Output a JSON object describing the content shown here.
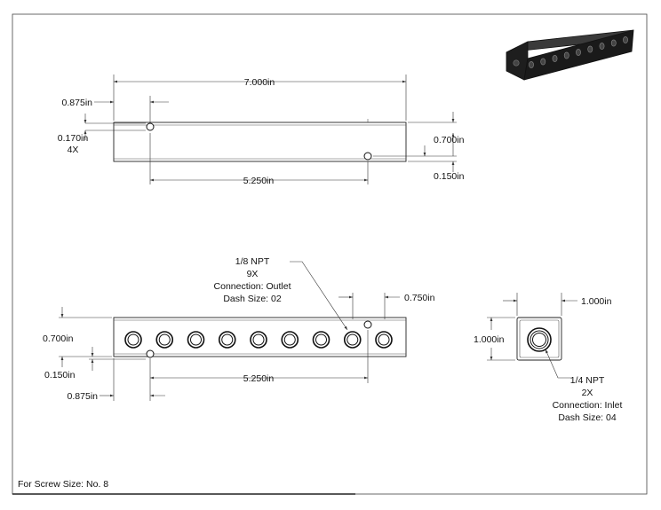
{
  "views": {
    "top": {
      "overall_length": "7.000in",
      "hole_offset": "0.875in",
      "hole_diameter": "0.170in",
      "hole_count": "4X",
      "hole_spacing": "5.250in",
      "hole_from_top": "0.700in",
      "hole_from_bottom": "0.150in"
    },
    "front": {
      "port_callout": [
        "1/8 NPT",
        "9X",
        "Connection: Outlet",
        "Dash Size: 02"
      ],
      "pitch": "0.750in",
      "height": "0.700in",
      "hole_height": "0.150in",
      "hole_spacing": "5.250in",
      "hole_offset": "0.875in"
    },
    "end": {
      "width": "1.000in",
      "height": "1.000in",
      "port_callout": [
        "1/4 NPT",
        "2X",
        "Connection: Inlet",
        "Dash Size: 04"
      ]
    }
  },
  "footer_note": "For Screw Size: No. 8",
  "iso_view": {
    "port_count": 9,
    "color": "#1a1a1a"
  },
  "colors": {
    "line": "#222222",
    "background": "#ffffff"
  }
}
